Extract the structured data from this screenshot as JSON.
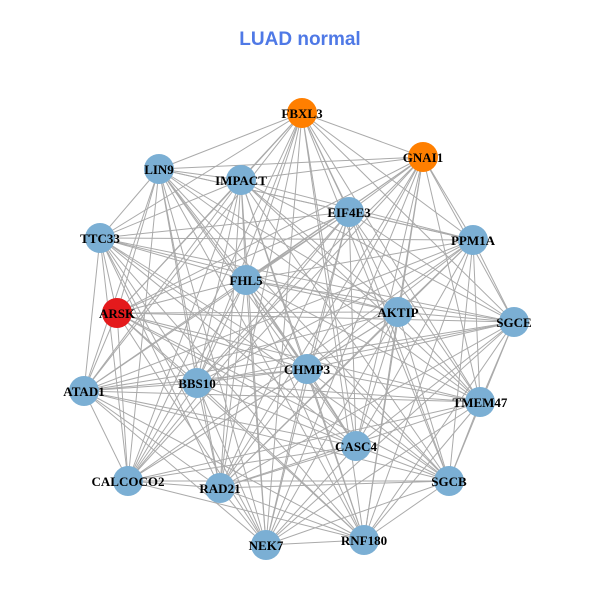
{
  "title": "LUAD normal",
  "colors": {
    "default": "#7bafd4",
    "orange": "#ff7f00",
    "red": "#e41a1c",
    "edge": "#aaaaaa"
  },
  "nodes": [
    {
      "id": "FBXL3",
      "color": "orange"
    },
    {
      "id": "GNAI1",
      "color": "orange"
    },
    {
      "id": "LIN9",
      "color": "default"
    },
    {
      "id": "IMPACT",
      "color": "default"
    },
    {
      "id": "EIF4E3",
      "color": "default"
    },
    {
      "id": "TTC33",
      "color": "default"
    },
    {
      "id": "PPM1A",
      "color": "default"
    },
    {
      "id": "FHL5",
      "color": "default"
    },
    {
      "id": "ARSK",
      "color": "red"
    },
    {
      "id": "AKTIP",
      "color": "default"
    },
    {
      "id": "SGCE",
      "color": "default"
    },
    {
      "id": "CHMP3",
      "color": "default"
    },
    {
      "id": "BBS10",
      "color": "default"
    },
    {
      "id": "ATAD1",
      "color": "default"
    },
    {
      "id": "TMEM47",
      "color": "default"
    },
    {
      "id": "CASC4",
      "color": "default"
    },
    {
      "id": "SGCB",
      "color": "default"
    },
    {
      "id": "CALCOCO2",
      "color": "default"
    },
    {
      "id": "RAD21",
      "color": "default"
    },
    {
      "id": "NEK7",
      "color": "default"
    },
    {
      "id": "RNF180",
      "color": "default"
    }
  ]
}
